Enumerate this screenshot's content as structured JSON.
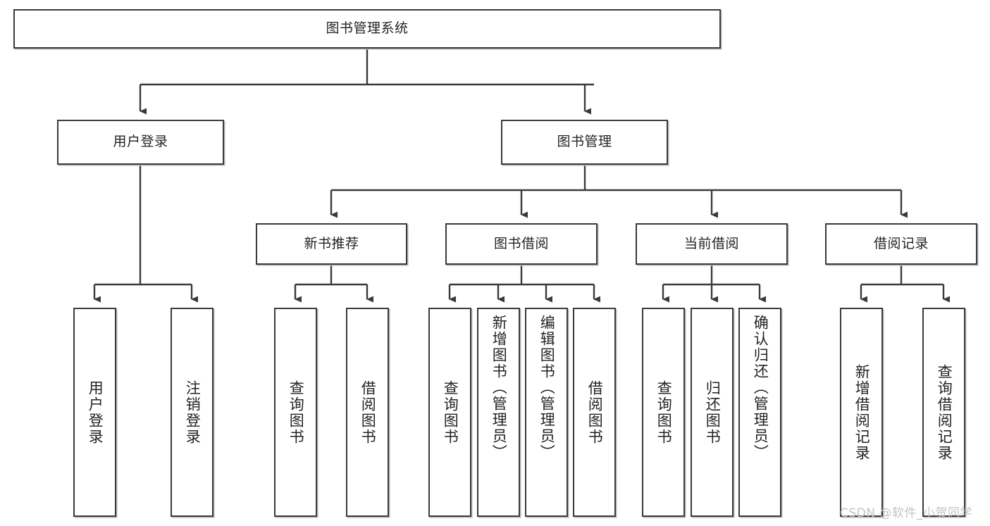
{
  "diagram": {
    "title": "图书管理系统",
    "watermark": "CSDN @软件_小贺同学",
    "line_color": "#3a3a3a",
    "box_border_color": "#3a3a3a",
    "box_fill": "#ffffff",
    "background": "#ffffff",
    "watermark_color": "#c3c3c3"
  },
  "nodes": {
    "root": {
      "label": "图书管理系统"
    },
    "level2": [
      {
        "label": "用户登录"
      },
      {
        "label": "图书管理"
      }
    ],
    "level3": [
      {
        "label": "新书推荐"
      },
      {
        "label": "图书借阅"
      },
      {
        "label": "当前借阅"
      },
      {
        "label": "借阅记录"
      }
    ],
    "leaves": {
      "user_login": [
        {
          "label": "用户登录"
        },
        {
          "label": "注销登录"
        }
      ],
      "new_book": [
        {
          "label": "查询图书"
        },
        {
          "label": "借阅图书"
        }
      ],
      "book_borrow": [
        {
          "label": "查询图书"
        },
        {
          "label": "新增图书（管理员）"
        },
        {
          "label": "编辑图书（管理员）"
        },
        {
          "label": "借阅图书"
        }
      ],
      "current_borrow": [
        {
          "label": "查询图书"
        },
        {
          "label": "归还图书"
        },
        {
          "label": "确认归还（管理员）"
        }
      ],
      "borrow_record": [
        {
          "label": "新增借阅记录"
        },
        {
          "label": "查询借阅记录"
        }
      ]
    }
  }
}
